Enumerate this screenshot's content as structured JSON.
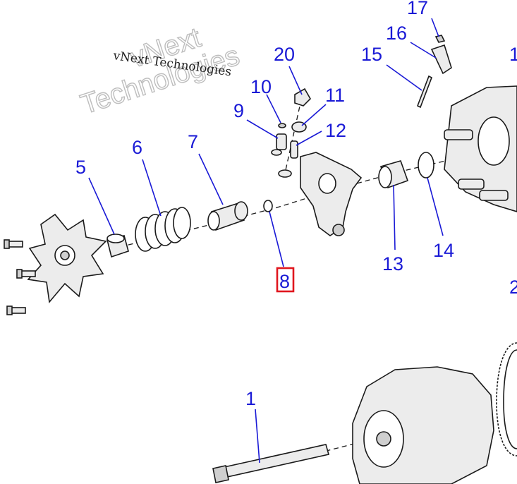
{
  "watermark": {
    "line_small": "vNext Technologies",
    "line_big_1": "vNext",
    "line_big_2": "Technologies"
  },
  "colors": {
    "callout": "#1a1ad6",
    "highlight": "#e0161e",
    "line": "#1a1a1a",
    "part_fill": "#ececec"
  },
  "callouts": [
    {
      "id": "1",
      "label": "1",
      "highlighted": false
    },
    {
      "id": "2",
      "label": "2",
      "highlighted": false
    },
    {
      "id": "5",
      "label": "5",
      "highlighted": false
    },
    {
      "id": "6",
      "label": "6",
      "highlighted": false
    },
    {
      "id": "7",
      "label": "7",
      "highlighted": false
    },
    {
      "id": "8",
      "label": "8",
      "highlighted": true
    },
    {
      "id": "9",
      "label": "9",
      "highlighted": false
    },
    {
      "id": "10",
      "label": "10",
      "highlighted": false
    },
    {
      "id": "11",
      "label": "11",
      "highlighted": false
    },
    {
      "id": "12",
      "label": "12",
      "highlighted": false
    },
    {
      "id": "13",
      "label": "13",
      "highlighted": false
    },
    {
      "id": "14",
      "label": "14",
      "highlighted": false
    },
    {
      "id": "15",
      "label": "15",
      "highlighted": false
    },
    {
      "id": "16",
      "label": "16",
      "highlighted": false
    },
    {
      "id": "17",
      "label": "17",
      "highlighted": false
    },
    {
      "id": "18",
      "label": "1",
      "highlighted": false
    },
    {
      "id": "20",
      "label": "20",
      "highlighted": false
    }
  ]
}
